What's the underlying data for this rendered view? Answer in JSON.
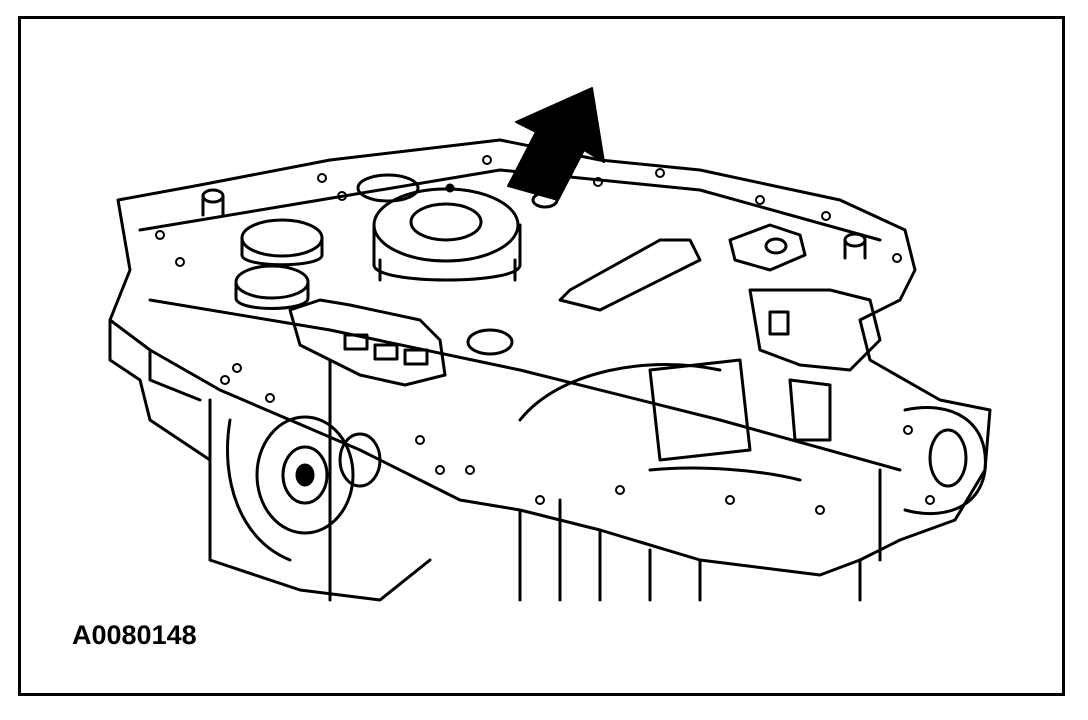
{
  "figure": {
    "id_label": "A0080148"
  },
  "illustration": {
    "subject": "transmission-case-top-view",
    "callout": "arrow-pointing-to-servo-piston"
  },
  "colors": {
    "line": "#000000",
    "background": "#ffffff"
  }
}
